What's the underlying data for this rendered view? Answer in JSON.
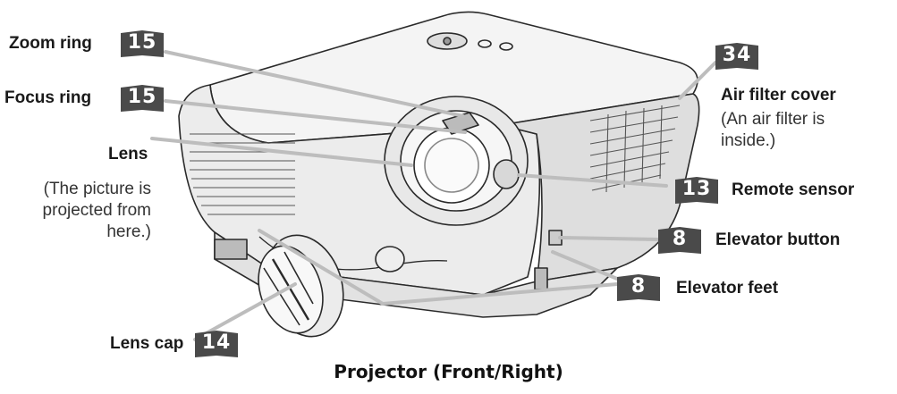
{
  "caption": "Projector (Front/Right)",
  "labels": {
    "zoom_ring": {
      "text": "Zoom ring",
      "page": "15"
    },
    "focus_ring": {
      "text": "Focus ring",
      "page": "15"
    },
    "lens": {
      "text": "Lens",
      "note": [
        "(The picture is",
        "projected from",
        "here.)"
      ]
    },
    "air_filter": {
      "text": "Air filter cover",
      "page": "34",
      "note": [
        "(An air filter is",
        "inside.)"
      ]
    },
    "remote_sensor": {
      "text": "Remote sensor",
      "page": "13"
    },
    "elevator_button": {
      "text": "Elevator button",
      "page": "8"
    },
    "elevator_feet": {
      "text": "Elevator feet",
      "page": "8"
    },
    "lens_cap": {
      "text": "Lens cap",
      "page": "14"
    }
  },
  "colors": {
    "badge": "#4a4a4a",
    "leader": "#bdbdbd",
    "outline": "#2a2a2a"
  }
}
